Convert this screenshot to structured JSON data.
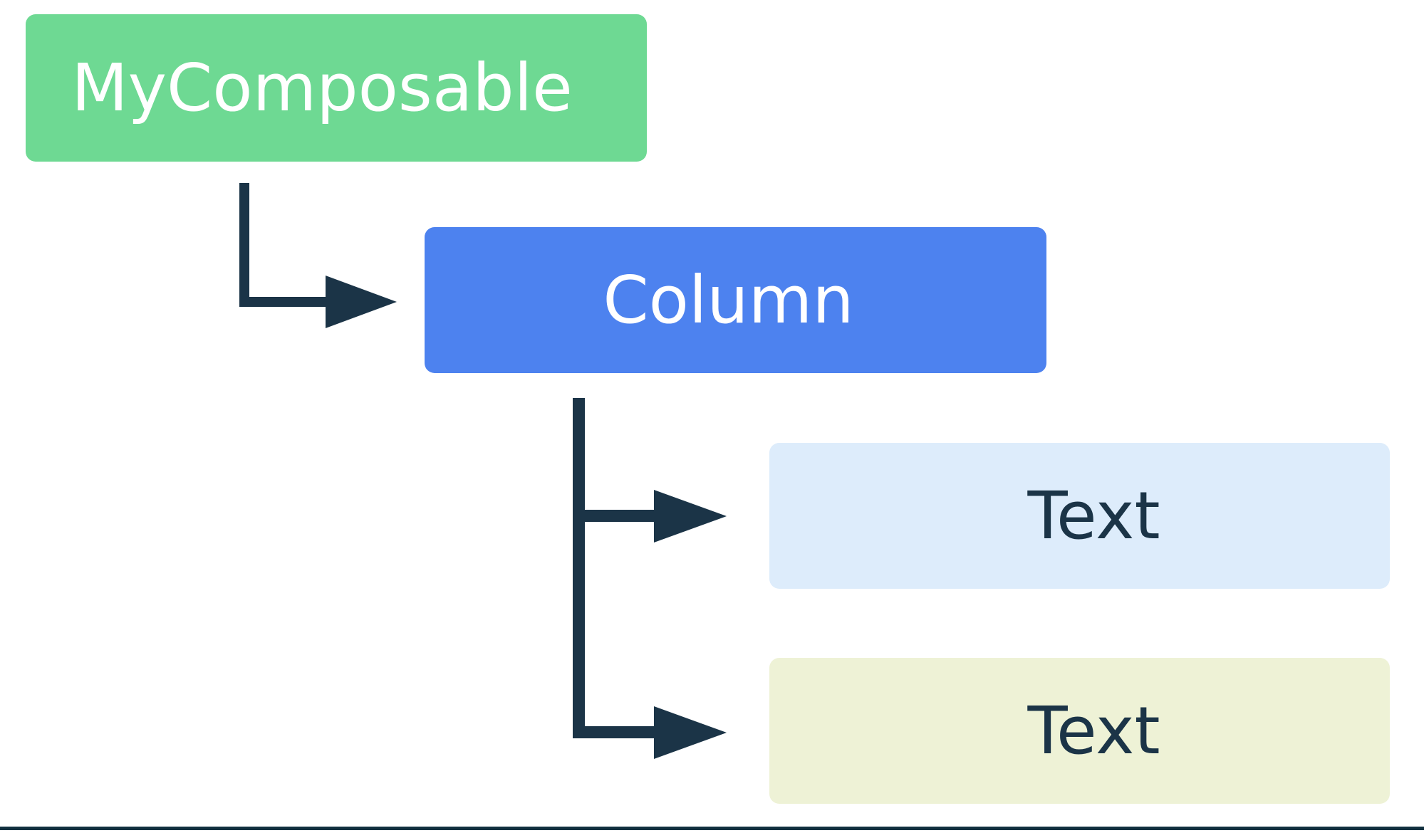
{
  "diagram": {
    "type": "composable-hierarchy-tree",
    "title": "MyComposable composition tree",
    "background_color": "#ffffff",
    "edge_color": "#1b3447",
    "nodes": [
      {
        "id": "root",
        "label": "MyComposable",
        "fill": "#6ed993",
        "text_color": "#ffffff",
        "level": 0
      },
      {
        "id": "column",
        "label": "Column",
        "fill": "#4d82ef",
        "text_color": "#ffffff",
        "level": 1
      },
      {
        "id": "text-1",
        "label": "Text",
        "fill": "#ddecfb",
        "text_color": "#1b3447",
        "level": 2
      },
      {
        "id": "text-2",
        "label": "Text",
        "fill": "#eef2d6",
        "text_color": "#1b3447",
        "level": 2
      }
    ],
    "edges": [
      {
        "from": "root",
        "to": "column"
      },
      {
        "from": "column",
        "to": "text-1"
      },
      {
        "from": "column",
        "to": "text-2"
      }
    ]
  },
  "bottom_rule": {
    "color": "#12303f"
  }
}
